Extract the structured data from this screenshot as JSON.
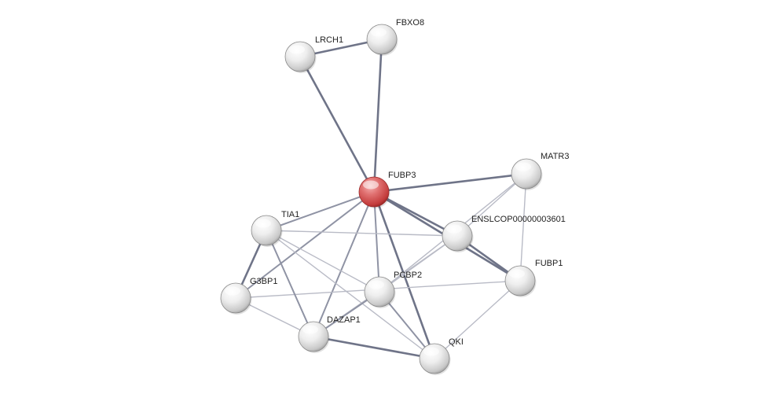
{
  "colors": {
    "background": "#ffffff",
    "query_node": "#d9534f",
    "node": "#e6e6e6",
    "edge_strong": "#6f7488",
    "edge_medium": "#8f93a4",
    "edge_weak": "#b9bbc6"
  },
  "nodes": [
    {
      "id": "FUBP3",
      "label": "FUBP3",
      "query": true
    },
    {
      "id": "LRCH1",
      "label": "LRCH1"
    },
    {
      "id": "FBXO8",
      "label": "FBXO8"
    },
    {
      "id": "MATR3",
      "label": "MATR3"
    },
    {
      "id": "ENSLCOP00000003601",
      "label": "ENSLCOP00000003601"
    },
    {
      "id": "FUBP1",
      "label": "FUBP1"
    },
    {
      "id": "TIA1",
      "label": "TIA1"
    },
    {
      "id": "G3BP1",
      "label": "G3BP1"
    },
    {
      "id": "PCBP2",
      "label": "PCBP2"
    },
    {
      "id": "DAZAP1",
      "label": "DAZAP1"
    },
    {
      "id": "QKI",
      "label": "QKI"
    }
  ],
  "edges": [
    {
      "source": "LRCH1",
      "target": "FBXO8",
      "strength": "strong"
    },
    {
      "source": "LRCH1",
      "target": "FUBP3",
      "strength": "strong"
    },
    {
      "source": "FBXO8",
      "target": "FUBP3",
      "strength": "strong"
    },
    {
      "source": "FUBP3",
      "target": "MATR3",
      "strength": "strong"
    },
    {
      "source": "FUBP3",
      "target": "ENSLCOP00000003601",
      "strength": "strong"
    },
    {
      "source": "FUBP3",
      "target": "FUBP1",
      "strength": "strong"
    },
    {
      "source": "FUBP3",
      "target": "TIA1",
      "strength": "medium"
    },
    {
      "source": "FUBP3",
      "target": "G3BP1",
      "strength": "medium"
    },
    {
      "source": "FUBP3",
      "target": "PCBP2",
      "strength": "medium"
    },
    {
      "source": "FUBP3",
      "target": "DAZAP1",
      "strength": "medium"
    },
    {
      "source": "FUBP3",
      "target": "QKI",
      "strength": "strong"
    },
    {
      "source": "MATR3",
      "target": "ENSLCOP00000003601",
      "strength": "weak"
    },
    {
      "source": "MATR3",
      "target": "PCBP2",
      "strength": "weak"
    },
    {
      "source": "MATR3",
      "target": "FUBP1",
      "strength": "weak"
    },
    {
      "source": "ENSLCOP00000003601",
      "target": "FUBP1",
      "strength": "strong"
    },
    {
      "source": "ENSLCOP00000003601",
      "target": "PCBP2",
      "strength": "weak"
    },
    {
      "source": "ENSLCOP00000003601",
      "target": "DAZAP1",
      "strength": "weak"
    },
    {
      "source": "ENSLCOP00000003601",
      "target": "TIA1",
      "strength": "weak"
    },
    {
      "source": "FUBP1",
      "target": "QKI",
      "strength": "weak"
    },
    {
      "source": "FUBP1",
      "target": "G3BP1",
      "strength": "weak"
    },
    {
      "source": "TIA1",
      "target": "G3BP1",
      "strength": "strong"
    },
    {
      "source": "TIA1",
      "target": "DAZAP1",
      "strength": "medium"
    },
    {
      "source": "TIA1",
      "target": "PCBP2",
      "strength": "weak"
    },
    {
      "source": "TIA1",
      "target": "QKI",
      "strength": "weak"
    },
    {
      "source": "G3BP1",
      "target": "DAZAP1",
      "strength": "weak"
    },
    {
      "source": "PCBP2",
      "target": "DAZAP1",
      "strength": "medium"
    },
    {
      "source": "PCBP2",
      "target": "QKI",
      "strength": "medium"
    },
    {
      "source": "DAZAP1",
      "target": "QKI",
      "strength": "strong"
    }
  ]
}
